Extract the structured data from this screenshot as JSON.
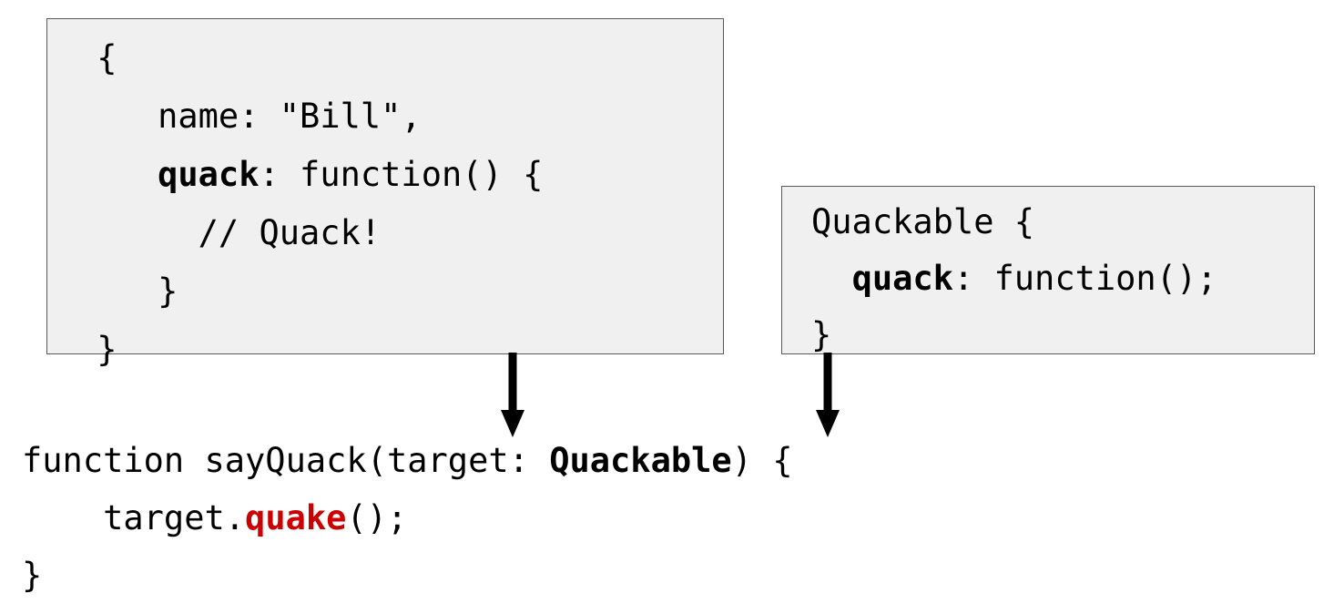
{
  "diagram": {
    "title": "Duck typing: object literal and Quackable interface feeding sayQuack",
    "colors": {
      "box_background": "#f0f0f0",
      "box_border": "#595959",
      "text": "#000000",
      "error_text": "#cc0000",
      "arrow": "#000000",
      "page_background": "#ffffff"
    }
  },
  "object_literal_box": {
    "lines": [
      {
        "indent": " ",
        "segments": [
          {
            "text": "{",
            "style": "normal"
          }
        ]
      },
      {
        "indent": "    ",
        "segments": [
          {
            "text": "name: \"Bill\",",
            "style": "normal"
          }
        ]
      },
      {
        "indent": "    ",
        "segments": [
          {
            "text": "quack",
            "style": "bold"
          },
          {
            "text": ": function() {",
            "style": "normal"
          }
        ]
      },
      {
        "indent": "      ",
        "segments": [
          {
            "text": "// Quack!",
            "style": "normal"
          }
        ]
      },
      {
        "indent": "    ",
        "segments": [
          {
            "text": "}",
            "style": "normal"
          }
        ]
      },
      {
        "indent": " ",
        "segments": [
          {
            "text": "}",
            "style": "normal"
          }
        ]
      }
    ],
    "line_1": " {",
    "line_2_prefix": "    name: ",
    "line_2_value": "\"Bill\",",
    "line_3_indent": "    ",
    "line_3_key": "quack",
    "line_3_rest": ": function() {",
    "line_4": "      // Quack!",
    "line_5": "    }",
    "line_6": " }"
  },
  "interface_box": {
    "line_1": "Quackable {",
    "line_2_indent": "  ",
    "line_2_key": "quack",
    "line_2_rest": ": function();",
    "line_3": "}"
  },
  "function_block": {
    "line_1_prefix": "function sayQuack(target: ",
    "line_1_type": "Quackable",
    "line_1_suffix": ") {",
    "line_2_prefix": "    target.",
    "line_2_error": "quake",
    "line_2_suffix": "();",
    "line_3": "}"
  },
  "arrows": [
    {
      "name": "object-literal-to-target-argument",
      "from": "object_literal_box",
      "to": "function_block.target"
    },
    {
      "name": "interface-to-type-annotation",
      "from": "interface_box",
      "to": "function_block.Quackable"
    }
  ]
}
